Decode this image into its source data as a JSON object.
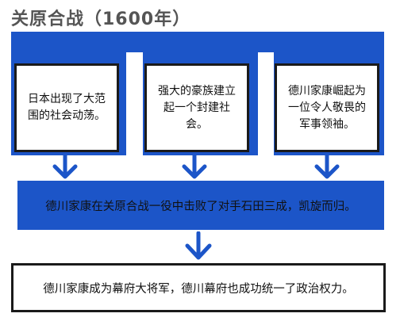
{
  "title": "关原合战（1600年）",
  "causes": [
    "日本出现了大范围的社会动荡。",
    "强大的豪族建立起一个封建社会。",
    "德川家康崛起为一位令人敬畏的军事领袖。"
  ],
  "result": "德川家康在关原合战一役中击败了对手石田三成，凯旋而归。",
  "outcome": "德川家康成为幕府大将军，德川幕府也成功统一了政治权力。",
  "colors": {
    "accent": "#1c55c8",
    "border": "#1a1a1a",
    "title": "#555555"
  }
}
